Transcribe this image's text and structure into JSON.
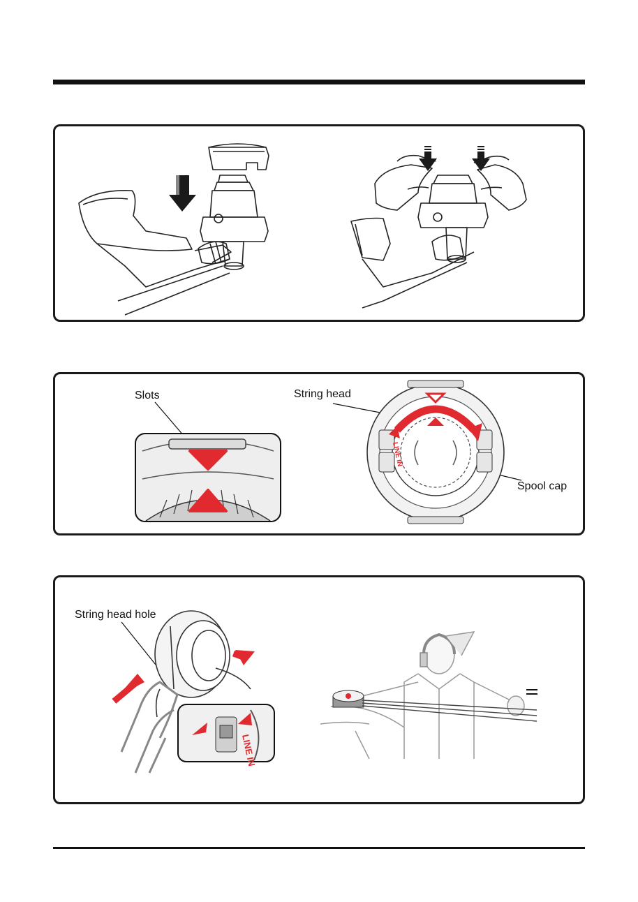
{
  "figure2": {
    "slots_label": "Slots",
    "string_head_label": "String head",
    "spool_cap_label": "Spool cap",
    "line_in_text": "LINE IN"
  },
  "figure3": {
    "string_head_hole_label": "String head hole",
    "line_in_text": "LINE IN"
  },
  "colors": {
    "accent_red": "#e02a2f",
    "line_gray": "#333333",
    "rule_black": "#111111"
  }
}
